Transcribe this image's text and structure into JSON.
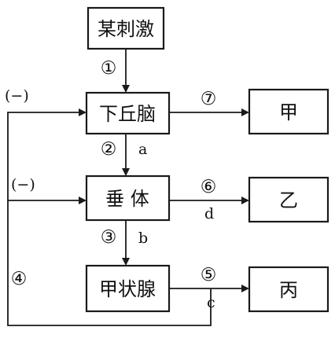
{
  "boxes": {
    "stimulus": "某刺激",
    "hypothalamus": "下丘脑",
    "pituitary": "垂 体",
    "thyroid": "甲状腺",
    "jia": "甲",
    "yi": "乙",
    "bing": "丙"
  },
  "steps": {
    "s1": "①",
    "s2": "②",
    "s3": "③",
    "s4": "④",
    "s5": "⑤",
    "s6": "⑥",
    "s7": "⑦"
  },
  "hormones": {
    "a": "a",
    "b": "b",
    "c": "c",
    "d": "d"
  },
  "feedback": {
    "upper": "(−)",
    "lower": "(−)"
  }
}
